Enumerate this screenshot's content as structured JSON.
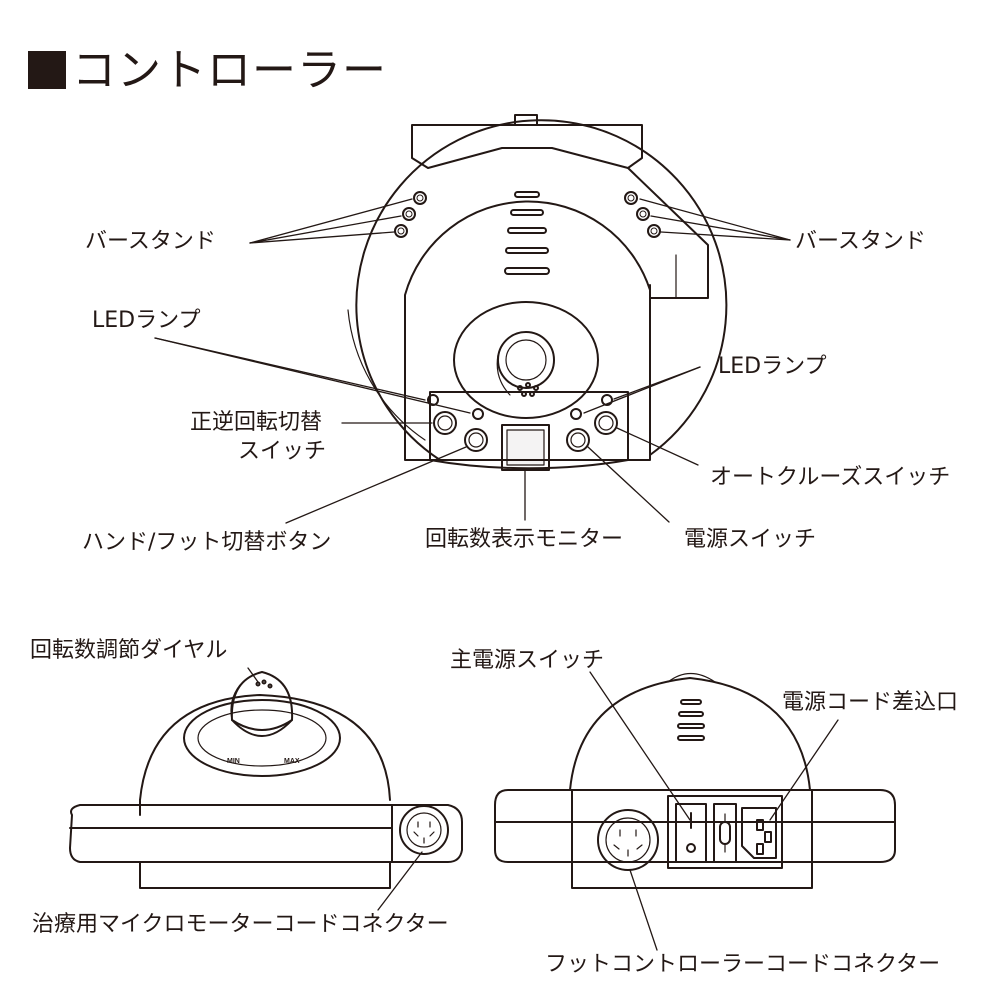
{
  "title": "コントローラー",
  "labels": {
    "bur_stand_left": "バースタンド",
    "bur_stand_right": "バースタンド",
    "led_left": "LEDランプ",
    "led_right": "LEDランプ",
    "forward_reverse_line1": "正逆回転切替",
    "forward_reverse_line2": "スイッチ",
    "auto_cruise": "オートクルーズスイッチ",
    "hand_foot": "ハンド/フット切替ボタン",
    "rpm_monitor": "回転数表示モニター",
    "power_switch": "電源スイッチ",
    "speed_dial": "回転数調節ダイヤル",
    "main_power": "主電源スイッチ",
    "power_inlet": "電源コード差込口",
    "motor_connector": "治療用マイクロモーターコードコネクター",
    "foot_connector": "フットコントローラーコードコネクター"
  },
  "dial_marks": {
    "min": "MIN",
    "max": "MAX"
  }
}
